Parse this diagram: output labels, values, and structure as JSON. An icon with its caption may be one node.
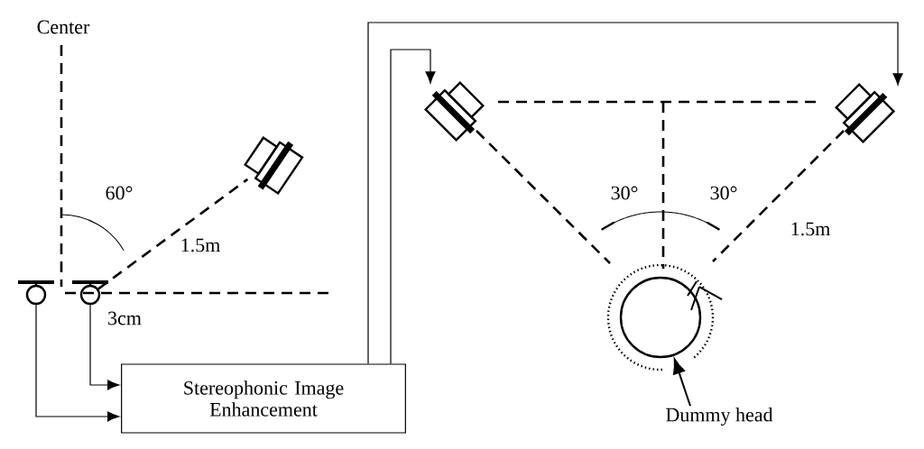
{
  "diagram": {
    "nodes": [
      {
        "text": [],
        "shape": "microphone"
      },
      {
        "text": [],
        "shape": "microphone"
      },
      {
        "text": [],
        "shape": "loudspeaker"
      },
      {
        "text": [
          "Stereophonic Image Enhancement"
        ]
      },
      {
        "text": [],
        "shape": "loudspeaker"
      },
      {
        "text": [],
        "shape": "loudspeaker"
      },
      {
        "text": [],
        "shape": "circle"
      },
      {
        "text": [
          "Dummy head"
        ]
      }
    ],
    "edges": [
      {
        "from": 1,
        "to": 3,
        "arrow": "to"
      },
      {
        "from": 0,
        "to": 3,
        "arrow": "to"
      },
      {
        "from": 3,
        "to": 4,
        "arrow": "to"
      },
      {
        "from": 3,
        "to": 5,
        "arrow": "to"
      },
      {
        "from": 7,
        "to": 6,
        "arrow": "to"
      },
      {
        "from": 1,
        "to": 2,
        "arrow": "none",
        "style": "dashed"
      }
    ],
    "labels": [
      "Center",
      "60°",
      "1.5m",
      "3cm",
      "30°",
      "30°",
      "1.5m"
    ]
  }
}
